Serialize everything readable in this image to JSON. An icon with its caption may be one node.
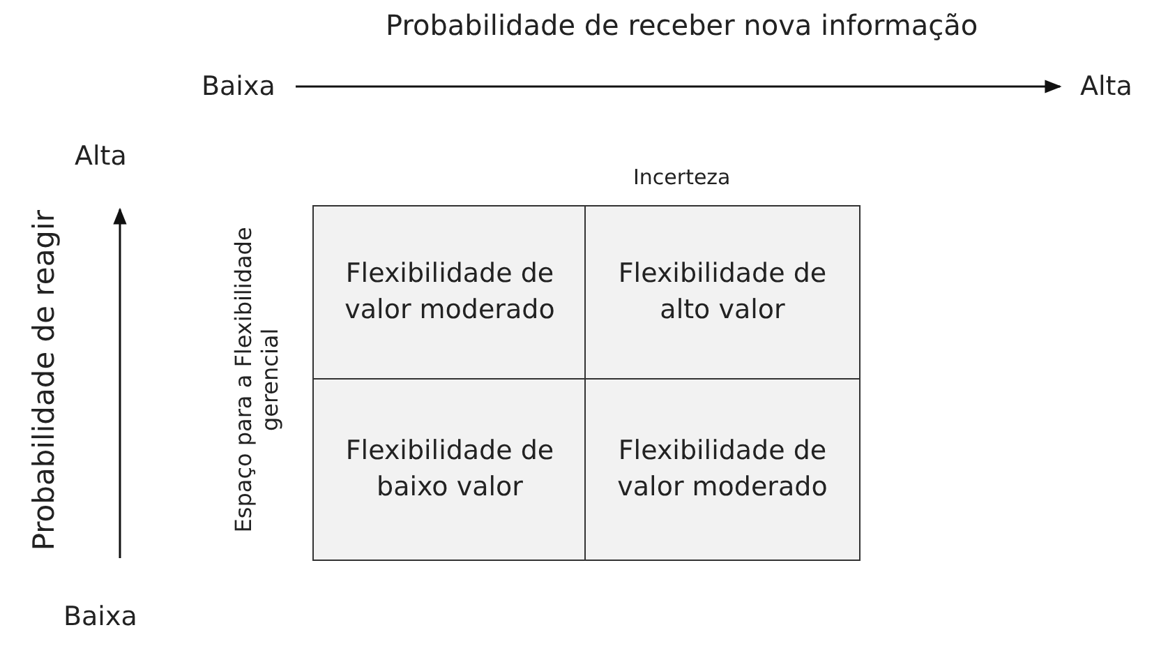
{
  "diagram": {
    "nodes": [
      {
        "text": [
          "Flexibilidade de valor moderado"
        ]
      },
      {
        "text": [
          "Flexibilidade de alto valor"
        ]
      },
      {
        "text": [
          "Flexibilidade de baixo valor"
        ]
      },
      {
        "text": [
          "Flexibilidade de valor moderado"
        ]
      }
    ],
    "edges": [],
    "labels": [
      "Probabilidade de receber nova informação",
      "Baixa",
      "Alta",
      "Alta",
      "Incerteza",
      "Probabilidade de reagir",
      "Espaço para a Flexibilidade gerencial",
      "Baixa"
    ]
  }
}
